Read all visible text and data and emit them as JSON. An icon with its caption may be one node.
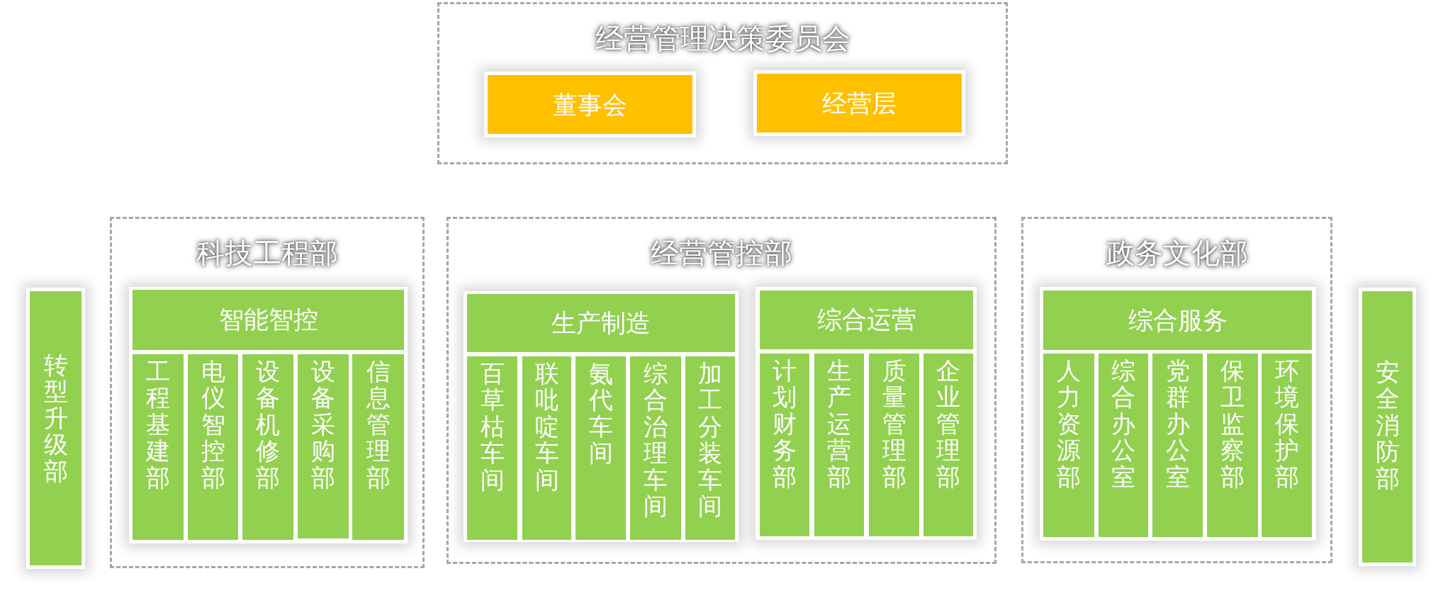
{
  "diagram": {
    "nodes": [
      {
        "text": [
          "经营管理决策委员会"
        ]
      },
      {
        "text": [
          "董事会"
        ],
        "in": 0
      },
      {
        "text": [
          "经营层"
        ],
        "in": 0
      },
      {
        "text": [
          "转型升级部"
        ]
      },
      {
        "text": [
          "科技工程部"
        ]
      },
      {
        "text": [
          "智能智控"
        ],
        "in": 4
      },
      {
        "text": [
          "工程基建部"
        ],
        "in": 5
      },
      {
        "text": [
          "电仪智控部"
        ],
        "in": 5
      },
      {
        "text": [
          "设备机修部"
        ],
        "in": 5
      },
      {
        "text": [
          "设备采购部"
        ],
        "in": 5
      },
      {
        "text": [
          "信息管理部"
        ],
        "in": 5
      },
      {
        "text": [
          "经营管控部"
        ]
      },
      {
        "text": [
          "生产制造"
        ],
        "in": 11
      },
      {
        "text": [
          "百草枯车间"
        ],
        "in": 12
      },
      {
        "text": [
          "联吡啶车间"
        ],
        "in": 12
      },
      {
        "text": [
          "氨代车间"
        ],
        "in": 12
      },
      {
        "text": [
          "综合治理车间"
        ],
        "in": 12
      },
      {
        "text": [
          "加工分装车间"
        ],
        "in": 12
      },
      {
        "text": [
          "综合运营"
        ],
        "in": 11
      },
      {
        "text": [
          "计划财务部"
        ],
        "in": 18
      },
      {
        "text": [
          "生产运营部"
        ],
        "in": 18
      },
      {
        "text": [
          "质量管理部"
        ],
        "in": 18
      },
      {
        "text": [
          "企业管理部"
        ],
        "in": 18
      },
      {
        "text": [
          "政务文化部"
        ]
      },
      {
        "text": [
          "综合服务"
        ],
        "in": 23
      },
      {
        "text": [
          "人力资源部"
        ],
        "in": 24
      },
      {
        "text": [
          "综合办公室"
        ],
        "in": 24
      },
      {
        "text": [
          "党群办公室"
        ],
        "in": 24
      },
      {
        "text": [
          "保卫监察部"
        ],
        "in": 24
      },
      {
        "text": [
          "环境保护部"
        ],
        "in": 24
      },
      {
        "text": [
          "安全消防部"
        ]
      }
    ],
    "edges": []
  }
}
